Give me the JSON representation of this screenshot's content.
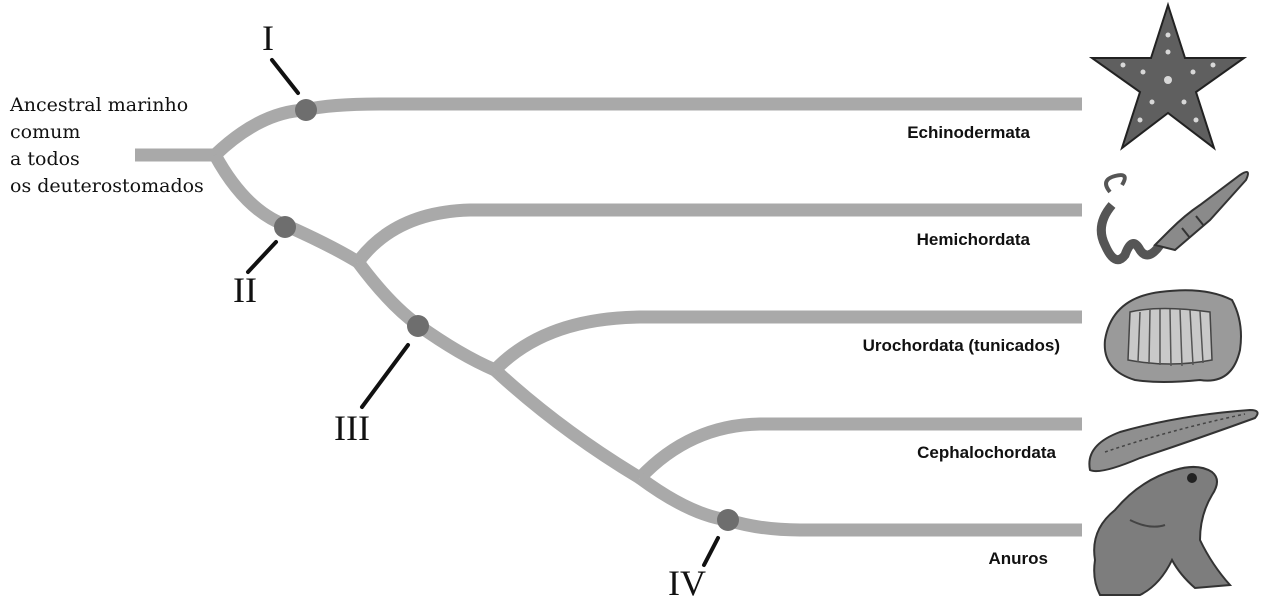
{
  "ancestor": {
    "lines": [
      "Ancestral marinho",
      "comum",
      "a todos",
      "os deuterostomados"
    ]
  },
  "markers": [
    "I",
    "II",
    "III",
    "IV"
  ],
  "taxa": [
    {
      "label": "Echinodermata",
      "icon": "starfish-icon"
    },
    {
      "label": "Hemichordata",
      "icon": "acorn-worm-icon"
    },
    {
      "label": "Urochordata (tunicados)",
      "icon": "tunicate-icon"
    },
    {
      "label": "Cephalochordata",
      "icon": "lancelet-icon"
    },
    {
      "label": "Anuros",
      "icon": "frog-icon"
    }
  ],
  "colors": {
    "branch": "#a9a9a9",
    "node": "#6e6e6e",
    "text": "#111111"
  }
}
